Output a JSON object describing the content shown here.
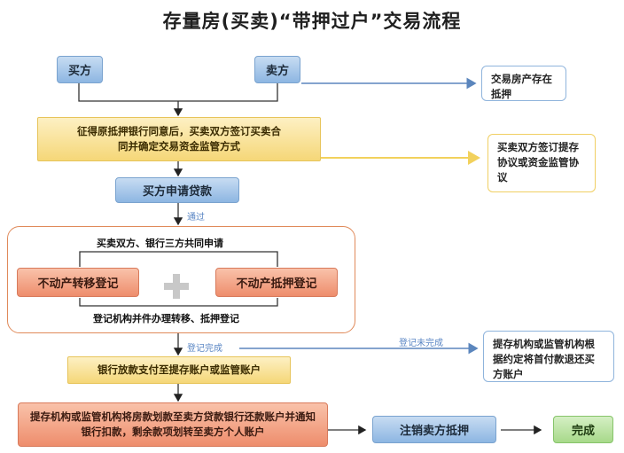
{
  "title": "存量房(买卖)“带押过户”交易流程",
  "nodes": {
    "buyer": "买方",
    "seller": "卖方",
    "note_mortgage": "交易房产存在抵押",
    "consent": "征得原抵押银行同意后，买卖双方签订买卖合同并确定交易资金监管方式",
    "note_agreement": "买卖双方签订提存协议或资金监管协议",
    "loan_apply": "买方申请贷款",
    "approved_label": "通过",
    "joint_apply": "买卖双方、银行三方共同申请",
    "transfer_reg": "不动产转移登记",
    "mortgage_reg": "不动产抵押登记",
    "registry_handles": "登记机构并件办理转移、抵押登记",
    "reg_done_label": "登记完成",
    "reg_not_done_label": "登记未完成",
    "note_refund": "提存机构或监管机构根据约定将首付款退还买方账户",
    "bank_pay": "银行放款支付至提存账户或监管账户",
    "final_transfer": "提存机构或监管机构将房款划款至卖方贷款银行还款账户并通知银行扣款，剩余款项划转至卖方个人账户",
    "cancel_mortgage": "注销卖方抵押",
    "complete": "完成"
  },
  "colors": {
    "blue_box": "#8db6e2",
    "yellow_box": "#f5d778",
    "red_box": "#ee8d6c",
    "green_box": "#a7d98a",
    "connector": "#333333",
    "blue_arrow": "#5b86bd",
    "yellow_arrow": "#f2d15c",
    "plus": "#c8c8c8"
  }
}
